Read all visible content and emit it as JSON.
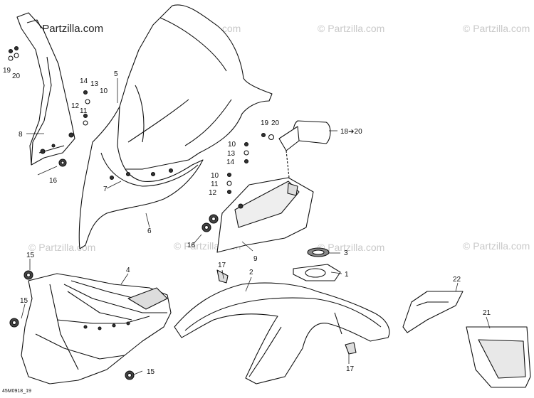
{
  "diagram": {
    "watermark_text": "© Partzilla.com",
    "drawing_code": "45M0918_19",
    "callouts": {
      "c1": "1",
      "c2": "2",
      "c3": "3",
      "c4": "4",
      "c5": "5",
      "c6": "6",
      "c7": "7",
      "c8": "8",
      "c9": "9",
      "c10a": "10",
      "c10b": "10",
      "c10c": "10",
      "c11a": "11",
      "c11b": "11",
      "c12a": "12",
      "c12b": "12",
      "c13a": "13",
      "c13b": "13",
      "c14a": "14",
      "c14b": "14",
      "c15a": "15",
      "c15b": "15",
      "c15c": "15",
      "c16a": "16",
      "c16b": "16",
      "c17a": "17",
      "c17b": "17",
      "c18": "18➔20",
      "c19a": "19",
      "c19b": "19",
      "c20a": "20",
      "c20b": "20",
      "c21": "21",
      "c22": "22"
    }
  }
}
